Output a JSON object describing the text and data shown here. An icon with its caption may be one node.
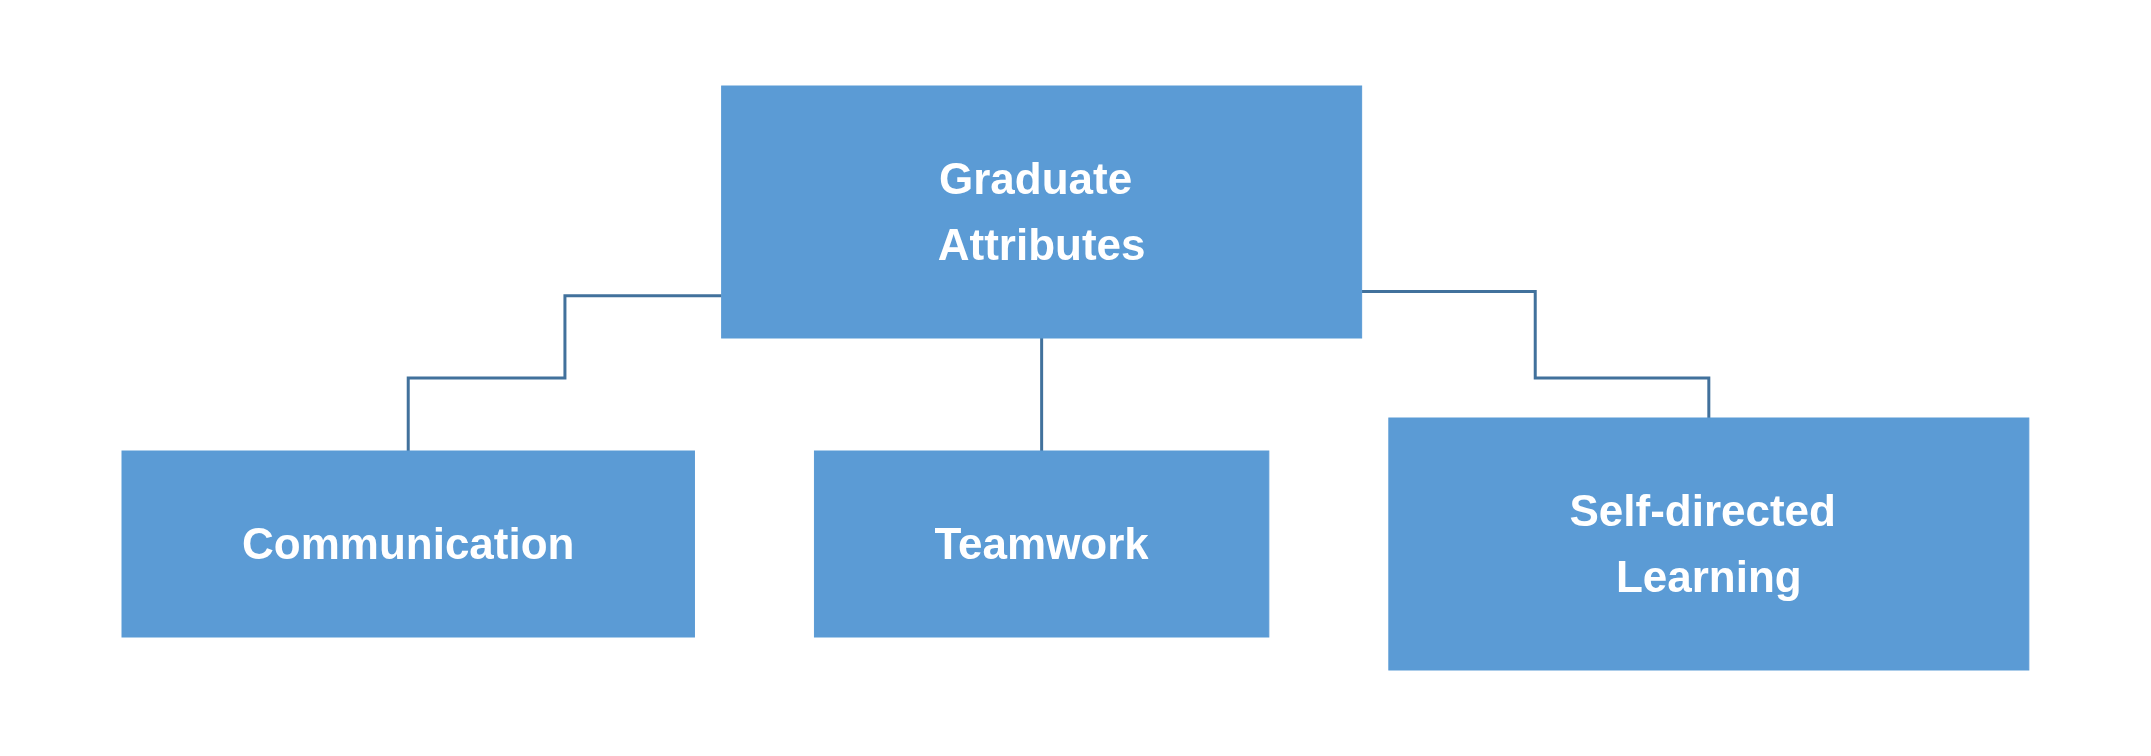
{
  "diagram": {
    "nodes": [
      {
        "text": [
          "Graduate Attributes"
        ]
      },
      {
        "text": [
          "Communication"
        ]
      },
      {
        "text": [
          "Teamwork"
        ]
      },
      {
        "text": [
          "Self-directed Learning"
        ]
      }
    ],
    "edges": [
      {
        "from": 0,
        "to": 1,
        "arrow": "none"
      },
      {
        "from": 0,
        "to": 2,
        "arrow": "none"
      },
      {
        "from": 0,
        "to": 3,
        "arrow": "none"
      }
    ]
  }
}
